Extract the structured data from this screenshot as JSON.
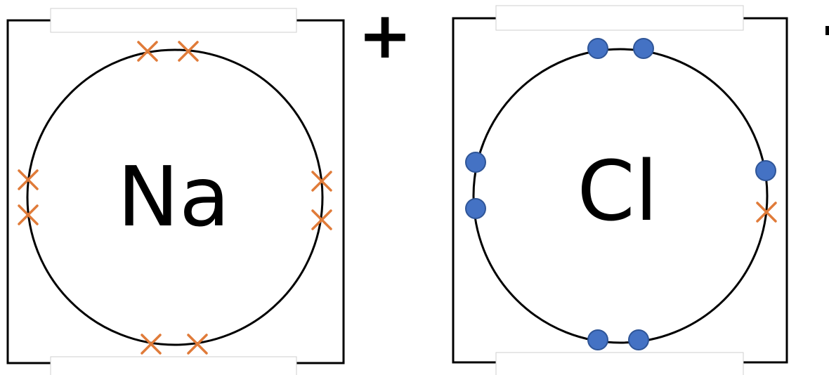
{
  "sodium": {
    "symbol": "Na",
    "charge": "+",
    "electron_count": 8,
    "electron_marker": "cross",
    "electron_color": "#E07B39"
  },
  "chlorine": {
    "symbol": "Cl",
    "charge": "-",
    "electron_count": 8,
    "own_electrons": 7,
    "own_electron_marker": "dot",
    "own_electron_color": "#4472C4",
    "transferred_electrons": 1,
    "transferred_electron_marker": "cross",
    "transferred_electron_color": "#E07B39"
  },
  "colors": {
    "line": "#000000",
    "background": "#ffffff"
  }
}
